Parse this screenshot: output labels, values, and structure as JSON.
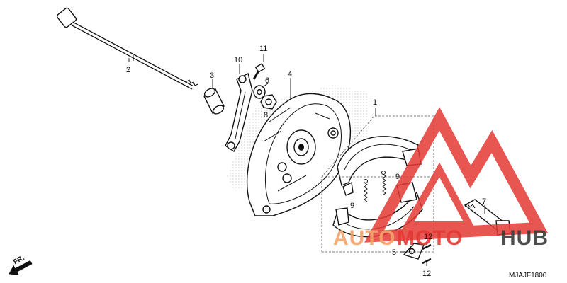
{
  "diagram_code": "MJAJF1800",
  "direction_label": "FR.",
  "watermark": {
    "word1": "AUTO",
    "word2": "MOTO",
    "word3": "HUB",
    "color_red": "#e53935",
    "color_gray": "#3b3b3b",
    "color_orange": "#f4a46a"
  },
  "callouts": {
    "c1": "1",
    "c2": "2",
    "c3": "3",
    "c4": "4",
    "c5": "5",
    "c6": "6",
    "c7": "7",
    "c8": "8",
    "c9a": "9",
    "c9b": "9",
    "c10": "10",
    "c11": "11",
    "c12a": "12",
    "c12b": "12"
  }
}
